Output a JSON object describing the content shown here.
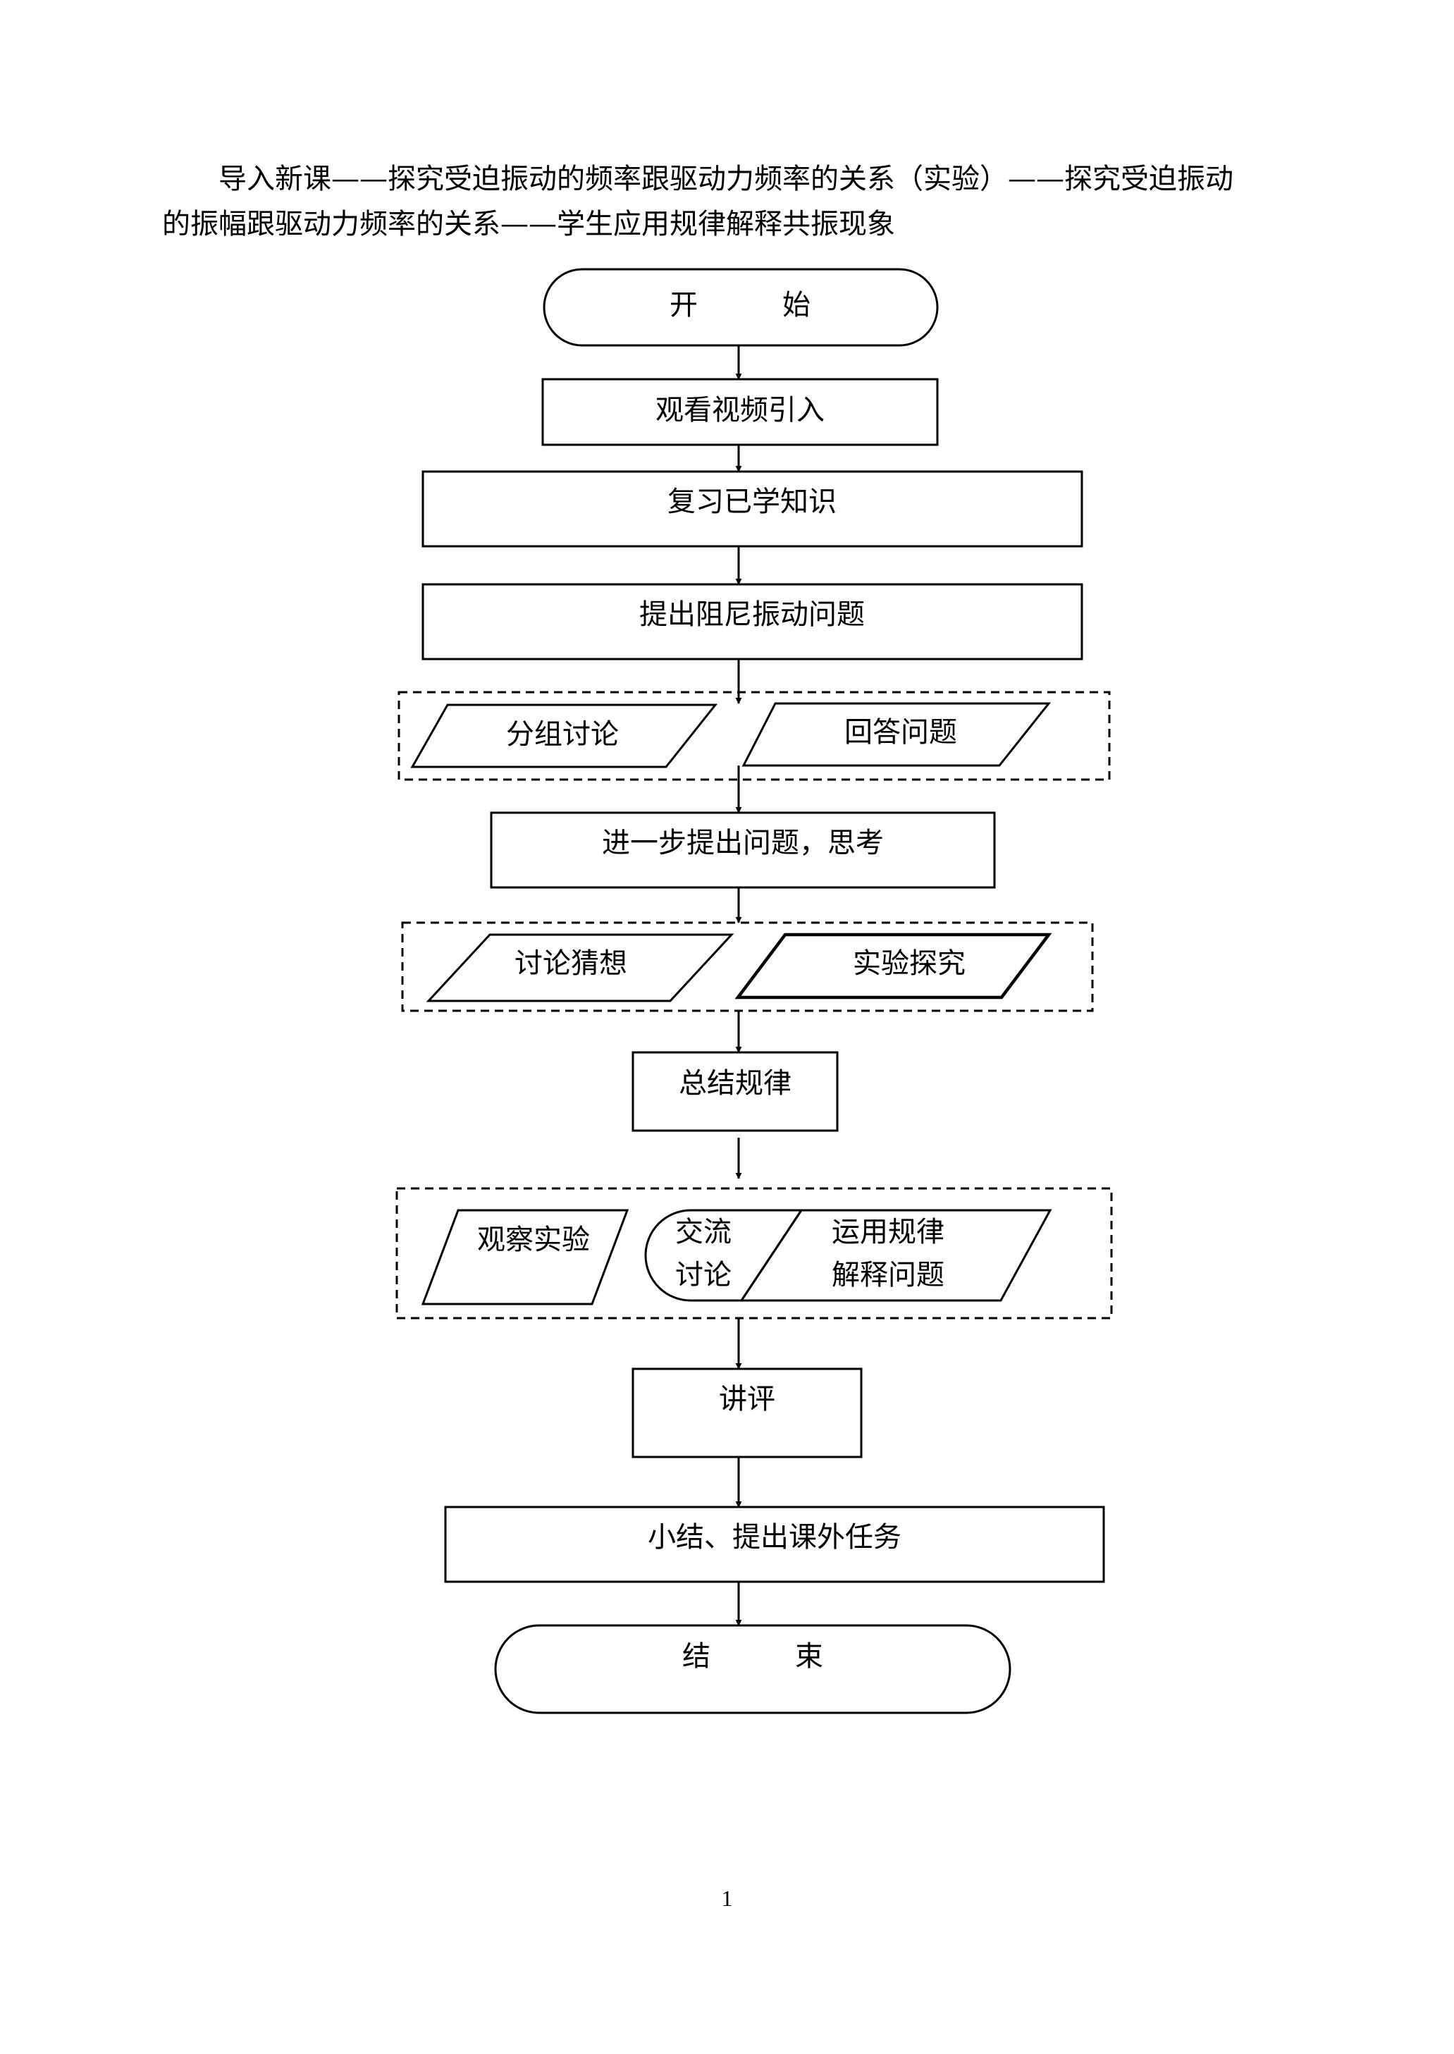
{
  "intro": {
    "line1": "导入新课——探究受迫振动的频率跟驱动力频率的关系（实验）——探究受迫振动",
    "line2": "的振幅跟驱动力频率的关系——学生应用规律解释共振现象"
  },
  "flow": {
    "start": "开　　　始",
    "step1": "观看视频引入",
    "step2": "复习已学知识",
    "step3": "提出阻尼振动问题",
    "group1": {
      "a": "分组讨论",
      "b": "回答问题"
    },
    "step4": "进一步提出问题，思考",
    "group2": {
      "a": "讨论猜想",
      "b": "实验探究"
    },
    "step5": "总结规律",
    "group3": {
      "a": "观察实验",
      "b_line1": "交流",
      "b_line2": "讨论",
      "c_line1": "运用规律",
      "c_line2": "解释问题"
    },
    "step6": "讲评",
    "step7": "小结、提出课外任务",
    "end": "结　　　束"
  },
  "page_number": "1"
}
